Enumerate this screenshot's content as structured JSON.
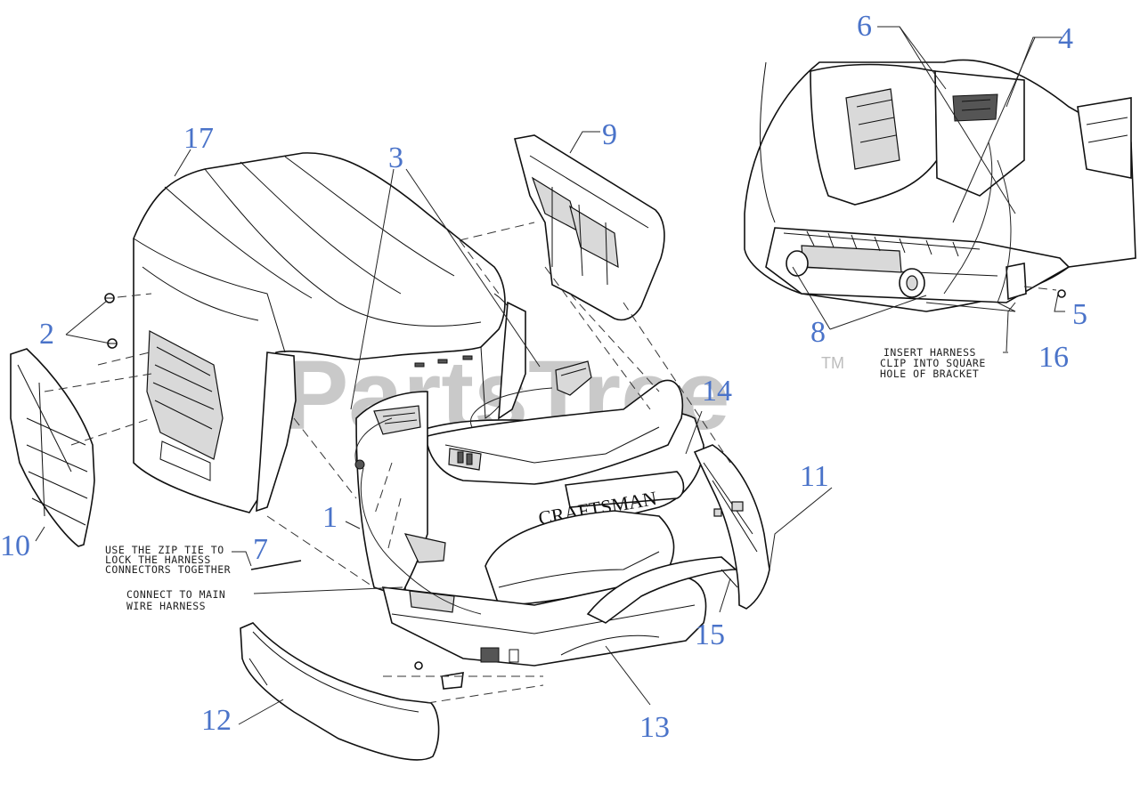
{
  "watermark": {
    "text": "PartsTree",
    "trademark": "TM"
  },
  "brand_badge": "CRAFTSMAN",
  "callouts": [
    {
      "id": "c1",
      "label": "1"
    },
    {
      "id": "c2",
      "label": "2"
    },
    {
      "id": "c3",
      "label": "3"
    },
    {
      "id": "c4",
      "label": "4"
    },
    {
      "id": "c5",
      "label": "5"
    },
    {
      "id": "c6",
      "label": "6"
    },
    {
      "id": "c7",
      "label": "7"
    },
    {
      "id": "c8",
      "label": "8"
    },
    {
      "id": "c9",
      "label": "9"
    },
    {
      "id": "c10",
      "label": "10"
    },
    {
      "id": "c11",
      "label": "11"
    },
    {
      "id": "c12",
      "label": "12"
    },
    {
      "id": "c13",
      "label": "13"
    },
    {
      "id": "c14",
      "label": "14"
    },
    {
      "id": "c15",
      "label": "15"
    },
    {
      "id": "c16",
      "label": "16"
    },
    {
      "id": "c17",
      "label": "17"
    }
  ],
  "notes": {
    "zip_tie": [
      "USE THE ZIP TIE TO",
      "LOCK THE HARNESS",
      "CONNECTORS TOGETHER"
    ],
    "connect": [
      "CONNECT TO MAIN",
      "WIRE HARNESS"
    ],
    "insert": [
      "INSERT HARNESS",
      "CLIP INTO SQUARE",
      "HOLE OF BRACKET"
    ]
  },
  "colors": {
    "callout": "#4a73c9",
    "line": "#111111",
    "watermark": "#c9c9c9"
  }
}
